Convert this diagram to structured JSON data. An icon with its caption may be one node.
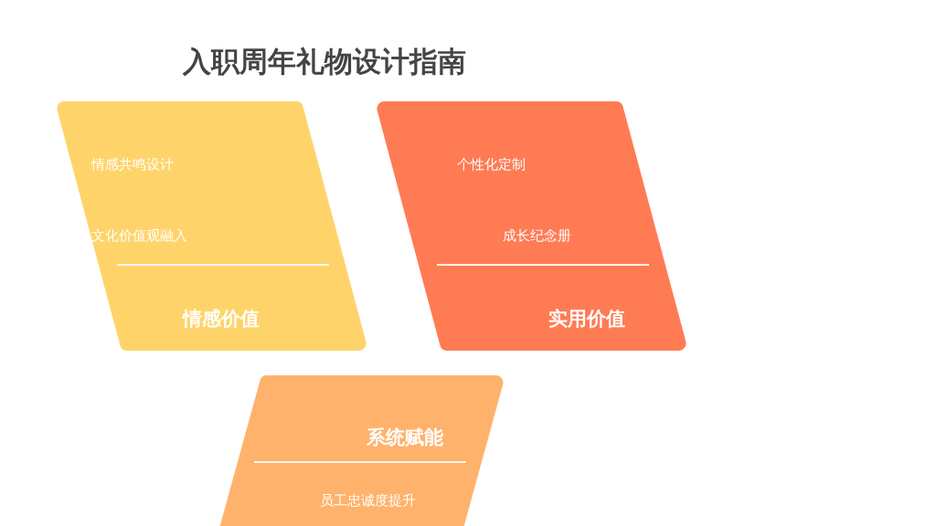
{
  "diagram": {
    "title": "入职周年礼物设计指南",
    "nodes": [
      {
        "text": [
          "情感共鸣设计",
          "文化价值观融入",
          "情感价值"
        ]
      },
      {
        "text": [
          "个性化定制",
          "成长纪念册",
          "实用价值"
        ]
      },
      {
        "text": [
          "系统赋能",
          "员工忠诚度提升"
        ]
      }
    ]
  }
}
